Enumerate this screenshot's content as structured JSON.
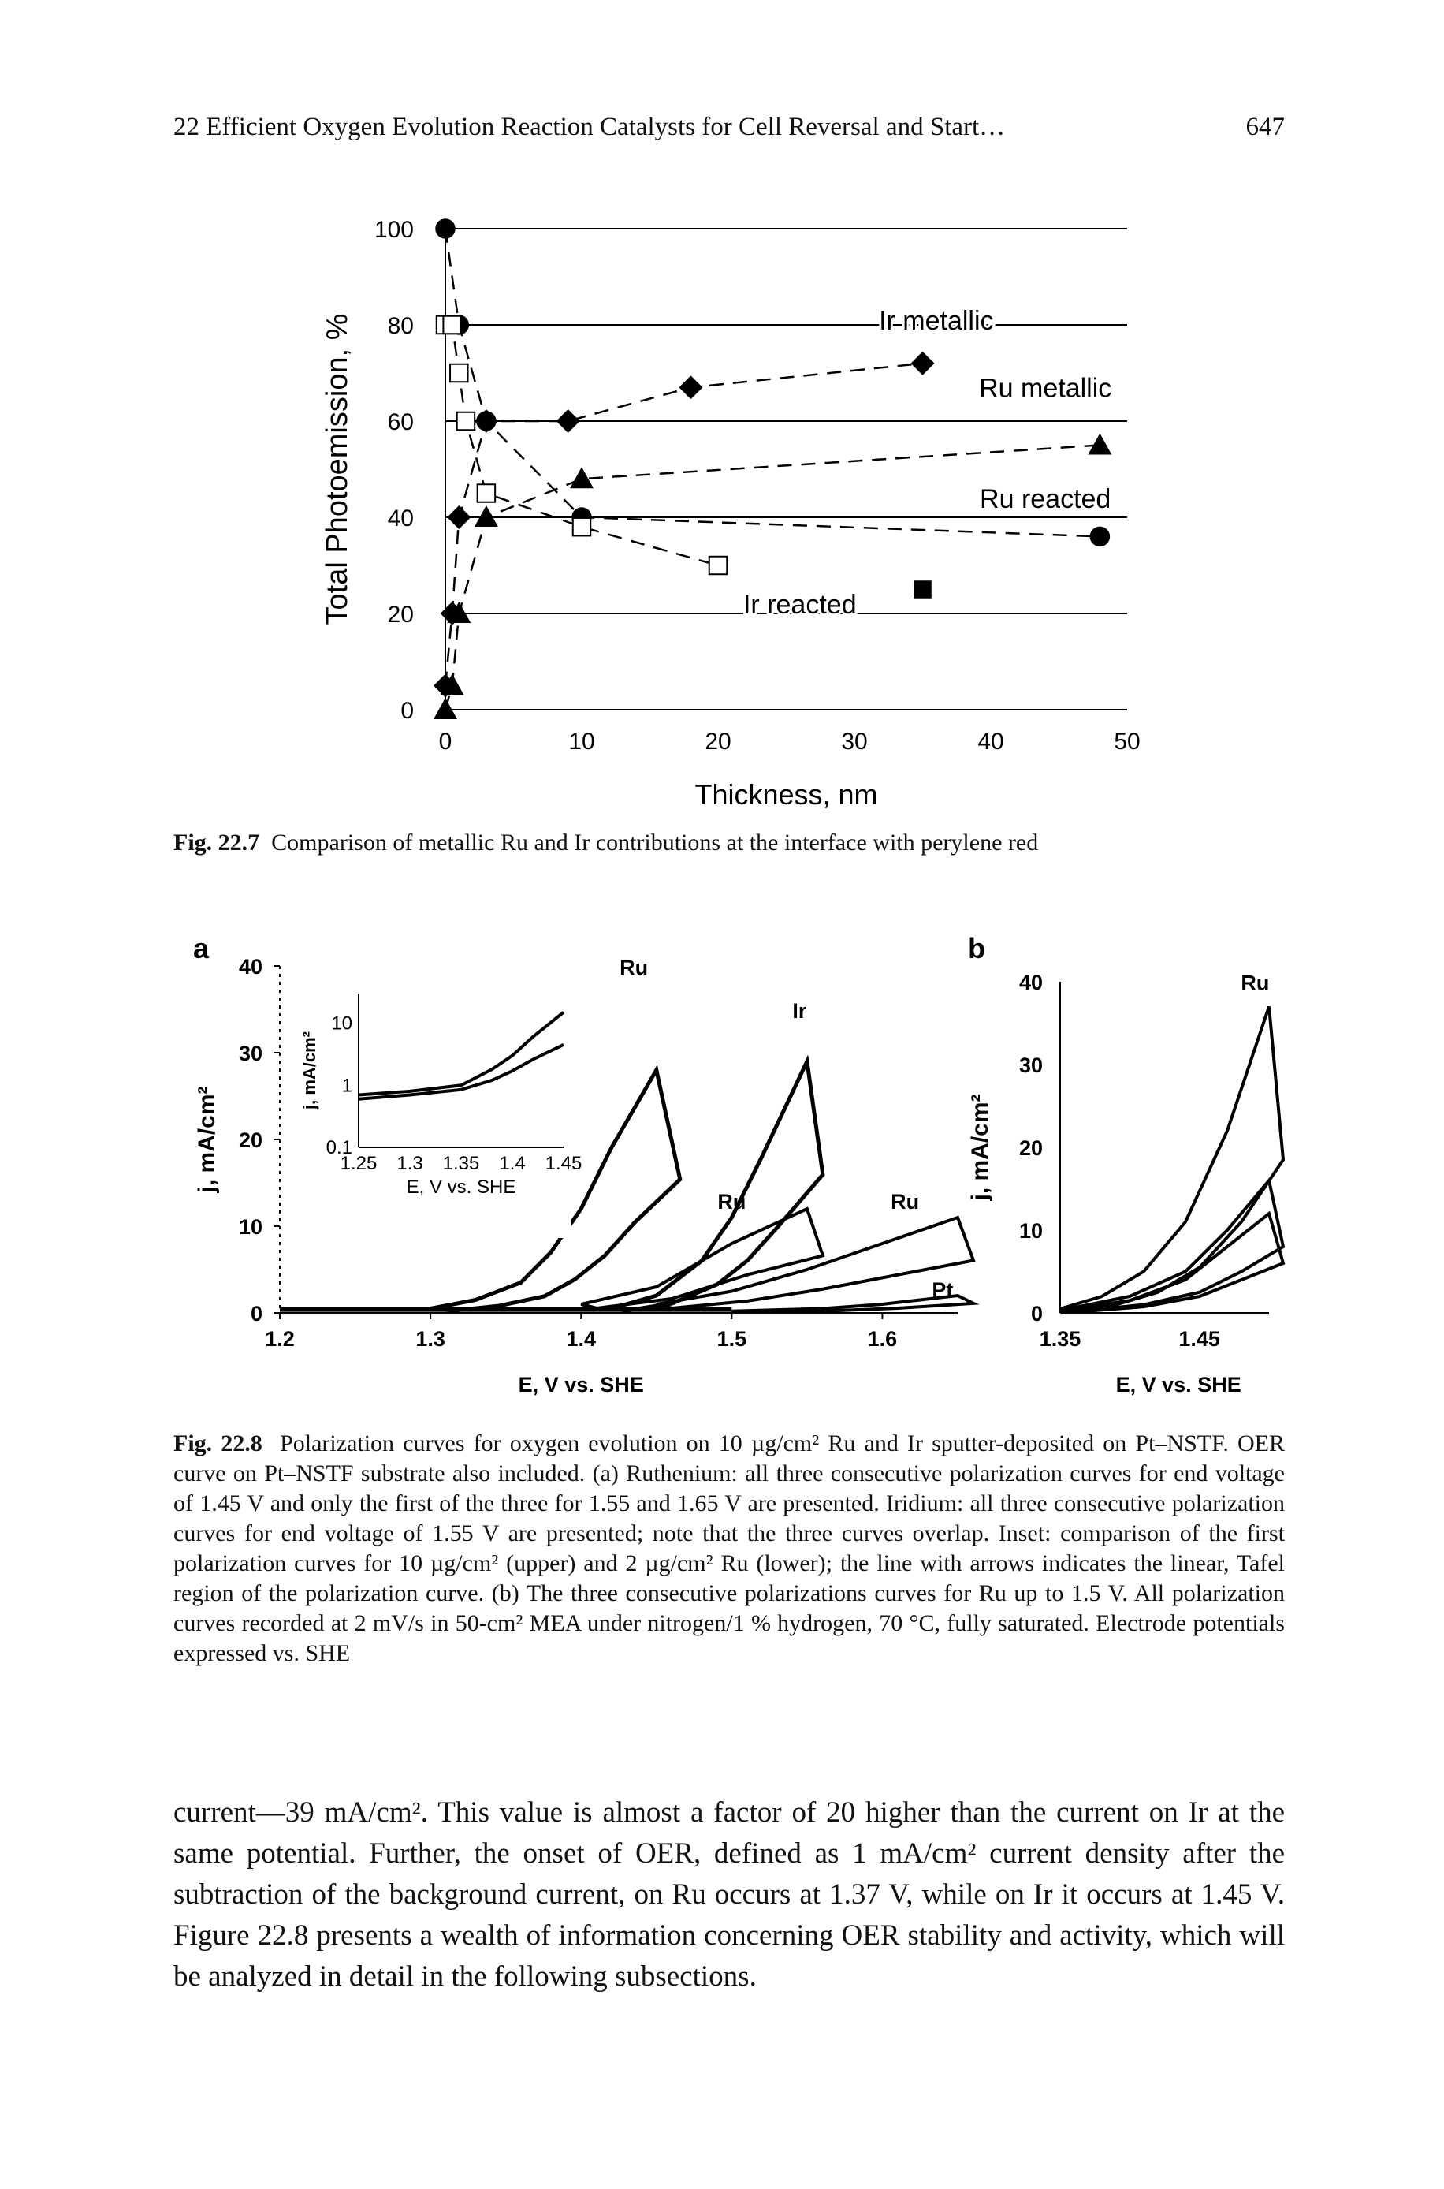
{
  "header": {
    "title": "22  Efficient Oxygen Evolution Reaction Catalysts for Cell Reversal and Start…",
    "page_number": "647"
  },
  "fig227": {
    "caption_label": "Fig. 22.7",
    "caption_text": "Comparison of metallic Ru and Ir contributions at the interface with perylene red"
  },
  "fig228": {
    "caption_label": "Fig. 22.8",
    "caption_text": "Polarization curves for oxygen evolution on 10 µg/cm² Ru and Ir sputter-deposited on Pt–NSTF. OER curve on Pt–NSTF substrate also included. (a) Ruthenium: all three consecutive polarization curves for end voltage of 1.45 V and only the first of the three for 1.55 and 1.65 V are presented. Iridium: all three consecutive polarization curves for end voltage of 1.55 V are presented; note that the three curves overlap. Inset: comparison of the first polarization curves for 10 µg/cm² (upper) and 2 µg/cm² Ru (lower); the line with arrows indicates the linear, Tafel region of the polarization curve. (b) The three consecutive polarizations curves for Ru up to 1.5 V. All polarization curves recorded at 2 mV/s in 50-cm² MEA under nitrogen/1 % hydrogen, 70 °C, fully saturated. Electrode potentials expressed vs. SHE"
  },
  "body": {
    "paragraph": "current—39 mA/cm². This value is almost a factor of 20 higher than the current on Ir at the same potential. Further, the onset of OER, defined as 1 mA/cm² current density after the subtraction of the background current, on Ru occurs at 1.37 V, while on Ir it occurs at 1.45 V. Figure 22.8 presents a wealth of information concerning OER stability and activity, which will be analyzed in detail in the following subsections."
  },
  "chart_data": [
    {
      "type": "scatter",
      "title": "",
      "xlabel": "Thickness, nm",
      "ylabel": "Total Photoemission, %",
      "xlim": [
        0,
        50
      ],
      "ylim": [
        0,
        100
      ],
      "xticks": [
        "0",
        "10",
        "20",
        "30",
        "40",
        "50"
      ],
      "yticks": [
        "0",
        "20",
        "40",
        "60",
        "80",
        "100"
      ],
      "grid": "horizontal",
      "series": [
        {
          "name": "Ir metallic",
          "marker": "diamond-filled",
          "dash": true,
          "x": [
            0,
            0.5,
            1,
            3,
            9,
            18,
            35
          ],
          "y": [
            5,
            20,
            40,
            60,
            60,
            67,
            72
          ]
        },
        {
          "name": "Ru metallic",
          "marker": "triangle-filled",
          "dash": true,
          "x": [
            0,
            0.5,
            1,
            3,
            10,
            48
          ],
          "y": [
            0,
            5,
            20,
            40,
            48,
            55
          ]
        },
        {
          "name": "Ru reacted",
          "marker": "circle-filled",
          "dash": true,
          "x": [
            0,
            1,
            3,
            10,
            48
          ],
          "y": [
            100,
            80,
            60,
            40,
            36
          ]
        },
        {
          "name": "Ir reacted",
          "marker": "square-open",
          "dash": true,
          "x": [
            0,
            0.5,
            1,
            1.5,
            3,
            10,
            20
          ],
          "y": [
            80,
            80,
            70,
            60,
            45,
            38,
            30
          ]
        },
        {
          "name": "",
          "marker": "square-filled",
          "x": [
            35
          ],
          "y": [
            25
          ]
        }
      ],
      "annotations": [
        "Ir metallic",
        "Ru metallic",
        "Ru reacted",
        "Ir reacted"
      ]
    },
    {
      "type": "line",
      "panel": "a",
      "title": "",
      "xlabel": "E, V vs. SHE",
      "ylabel": "j, mA/cm²",
      "xlim": [
        1.2,
        1.65
      ],
      "ylim": [
        0,
        40
      ],
      "xticks": [
        "1.2",
        "1.3",
        "1.4",
        "1.5",
        "1.6"
      ],
      "yticks": [
        "0",
        "10",
        "20",
        "30",
        "40"
      ],
      "annotations": [
        "Ru",
        "Ir",
        "Ru",
        "Ru",
        "Pt"
      ],
      "series": [
        {
          "name": "Ru",
          "x": [
            1.3,
            1.33,
            1.36,
            1.38,
            1.4,
            1.42,
            1.45
          ],
          "y": [
            0.5,
            1.5,
            3.5,
            7,
            12,
            19,
            28
          ]
        },
        {
          "name": "Ir",
          "x": [
            1.42,
            1.45,
            1.48,
            1.5,
            1.52,
            1.55
          ],
          "y": [
            0.5,
            2,
            6,
            11,
            18,
            29
          ]
        },
        {
          "name": "Ru",
          "x": [
            1.4,
            1.45,
            1.5,
            1.55
          ],
          "y": [
            1,
            3,
            8,
            12
          ]
        },
        {
          "name": "Ru",
          "x": [
            1.45,
            1.5,
            1.55,
            1.6,
            1.65
          ],
          "y": [
            1,
            2.5,
            5,
            8,
            11
          ]
        },
        {
          "name": "Pt",
          "x": [
            1.5,
            1.56,
            1.6,
            1.65
          ],
          "y": [
            0.2,
            0.5,
            1,
            2
          ]
        }
      ],
      "inset": {
        "xlabel": "E, V vs. SHE",
        "ylabel": "j, mA/cm²",
        "xticks": [
          "1.25",
          "1.3",
          "1.35",
          "1.4",
          "1.45"
        ],
        "yticks": [
          "0.1",
          "1",
          "10"
        ],
        "yscale": "log",
        "xlim": [
          1.25,
          1.45
        ],
        "ylim": [
          0.1,
          30
        ],
        "series": [
          {
            "name": "upper",
            "x": [
              1.25,
              1.3,
              1.35,
              1.38,
              1.4,
              1.42,
              1.45
            ],
            "y": [
              0.7,
              0.8,
              1.0,
              1.8,
              3,
              6,
              15
            ]
          },
          {
            "name": "lower",
            "x": [
              1.25,
              1.3,
              1.35,
              1.38,
              1.4,
              1.42,
              1.45
            ],
            "y": [
              0.6,
              0.7,
              0.85,
              1.2,
              1.7,
              2.6,
              4.5
            ]
          }
        ]
      }
    },
    {
      "type": "line",
      "panel": "b",
      "title": "",
      "xlabel": "E, V vs. SHE",
      "ylabel": "j, mA/cm²",
      "xlim": [
        1.35,
        1.5
      ],
      "ylim": [
        0,
        40
      ],
      "xticks": [
        "1.35",
        "1.45"
      ],
      "yticks": [
        "0",
        "10",
        "20",
        "30",
        "40"
      ],
      "annotations": [
        "Ru"
      ],
      "series": [
        {
          "name": "Ru",
          "x": [
            1.35,
            1.38,
            1.41,
            1.44,
            1.47,
            1.5
          ],
          "y": [
            0.5,
            2,
            5,
            11,
            22,
            37
          ]
        },
        {
          "name": "Ru",
          "x": [
            1.35,
            1.4,
            1.44,
            1.47,
            1.5
          ],
          "y": [
            0.3,
            2,
            5,
            10,
            16
          ]
        },
        {
          "name": "Ru",
          "x": [
            1.35,
            1.4,
            1.44,
            1.47,
            1.5
          ],
          "y": [
            0.2,
            1.5,
            4,
            8,
            12
          ]
        }
      ]
    }
  ]
}
